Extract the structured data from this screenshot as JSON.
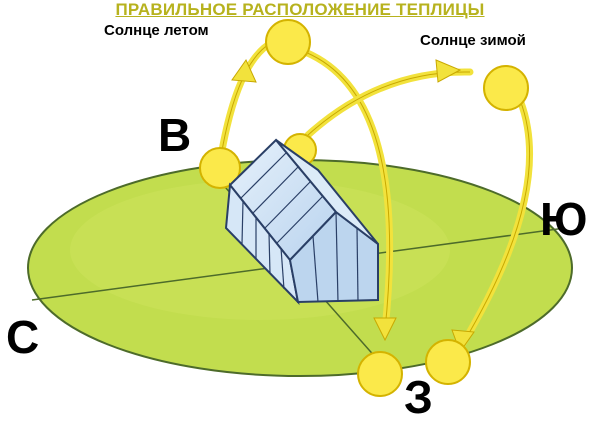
{
  "title": "ПРАВИЛЬНОЕ РАСПОЛОЖЕНИЕ ТЕПЛИЦЫ",
  "labels": {
    "summer_sun": "Солнце летом",
    "winter_sun": "Солнце зимой"
  },
  "directions": {
    "east": "В",
    "south": "Ю",
    "north": "С",
    "west": "З"
  },
  "colors": {
    "ground": "#c2dd4e",
    "ground_edge": "#4d6b2a",
    "sun": "#fbe94a",
    "sun_edge": "#d4b300",
    "arc": "#f2e23c",
    "greenhouse": "#cfe3f5",
    "greenhouse_edge": "#2a3f66",
    "title": "#b7b21e"
  }
}
